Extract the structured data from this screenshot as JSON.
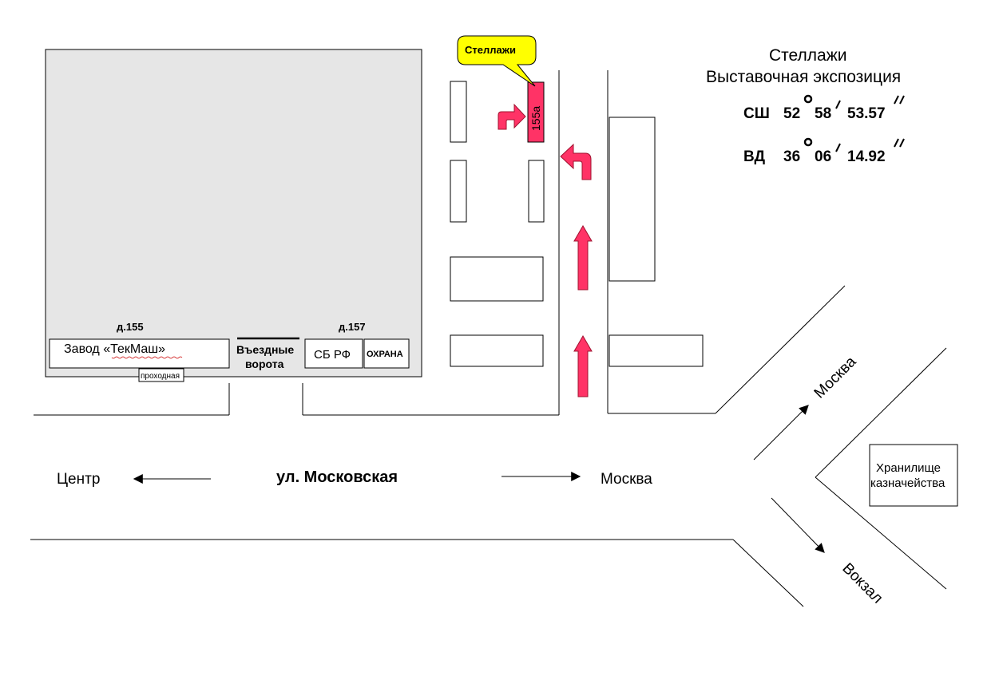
{
  "callout": {
    "label": "Стеллажи",
    "fill": "#ffff00"
  },
  "info": {
    "line1": "Стеллажи",
    "line2": "Выставочная экспозиция",
    "lat": {
      "prefix": "СШ",
      "deg": "52",
      "min": "58",
      "sec": "53.57"
    },
    "lon": {
      "prefix": "ВД",
      "deg": "36",
      "min": "06",
      "sec": "14.92"
    }
  },
  "buildings": {
    "target": {
      "label": "155а",
      "fill": "#ff3366"
    },
    "factory": {
      "label": "Завод «ТекМаш»"
    },
    "checkpoint": {
      "label": "проходная"
    },
    "gates": {
      "line1": "Въездные",
      "line2": "ворота"
    },
    "sbrf": {
      "label": "СБ РФ"
    },
    "guard": {
      "label": "ОХРАНА"
    },
    "house155": {
      "label": "д.155"
    },
    "house157": {
      "label": "д.157"
    },
    "treasury": {
      "line1": "Хранилище",
      "line2": "казначейства"
    }
  },
  "streets": {
    "main": "ул. Московская",
    "to_center": "Центр",
    "to_moscow": "Москва",
    "to_moscow_ne": "Москва",
    "to_station": "Вокзал"
  },
  "colors": {
    "arrow": "#ff3366",
    "arrow_stroke": "#a0102e",
    "factory_area": "#e6e6e6"
  },
  "icons": {
    "direction": "arrow-icon",
    "degree": "degree-icon"
  }
}
